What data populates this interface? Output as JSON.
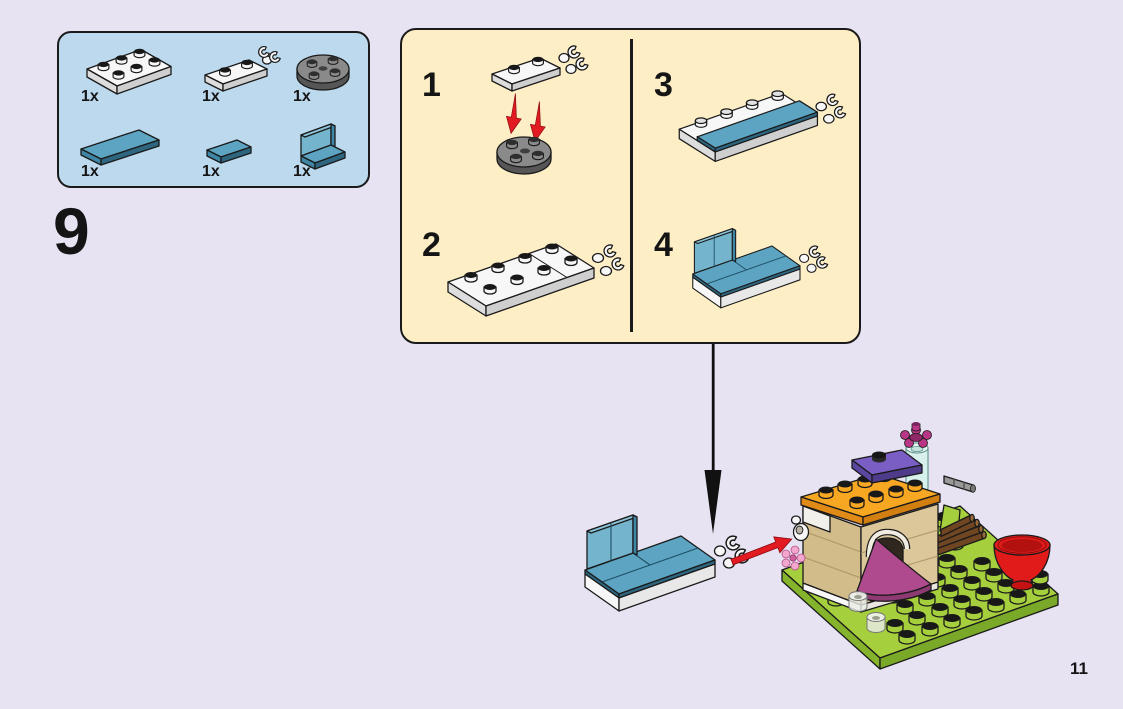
{
  "page": {
    "step_number": "9",
    "page_number": "11"
  },
  "colors": {
    "page-bg": "#e7e3f2",
    "outline": "#1a1a1a",
    "parts-box-bg": "#bcd9ee",
    "steps-box-bg": "#fdeec6",
    "text": "#151515",
    "arrow-red": "#e21b22",
    "azure-top": "#5ca4c2",
    "azure-light": "#74b4cc",
    "azure-side": "#3f85a5",
    "azure-dark": "#2e6680",
    "white-top": "#f7f7f7",
    "white-side": "#dddddd",
    "gray-top": "#8a8a8a",
    "gray-side": "#565656",
    "orange-top": "#f7a722",
    "orange-side": "#e08a18",
    "tan-left": "#d2bc8a",
    "tan-right": "#dcc79a",
    "lime-top": "#a6cf3e",
    "lime-side": "#85b32c",
    "magenta": "#b04a8e",
    "magenta-dark": "#8e3a72",
    "purple-top": "#7a5ec4",
    "purple-side": "#5b46a0",
    "brown": "#6f4522",
    "red-bowl": "#e11a1a",
    "trans-blue": "#d8f0ec",
    "pink": "#f2a8cc"
  },
  "parts_box": {
    "items": [
      {
        "name": "plate-2x3-white",
        "qty": "1x"
      },
      {
        "name": "plate-1x2-with-clips-white",
        "qty": "1x"
      },
      {
        "name": "round-plate-2x2-dark-gray",
        "qty": "1x"
      },
      {
        "name": "tile-1x4-medium-azure",
        "qty": "1x"
      },
      {
        "name": "tile-1x2-medium-azure",
        "qty": "1x"
      },
      {
        "name": "panel-1x2-medium-azure",
        "qty": "1x"
      }
    ]
  },
  "steps_box": {
    "substeps": [
      {
        "label": "1"
      },
      {
        "label": "2"
      },
      {
        "label": "3"
      },
      {
        "label": "4"
      }
    ]
  }
}
